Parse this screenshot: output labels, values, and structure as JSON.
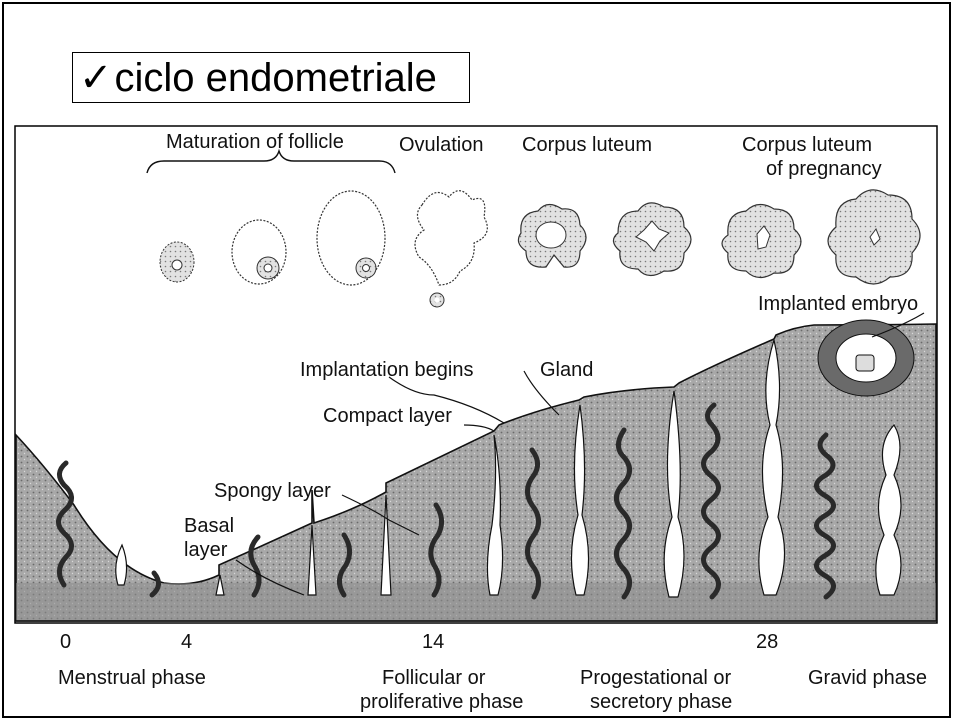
{
  "slide": {
    "title_check": "✓",
    "title": "ciclo endometriale"
  },
  "diagram": {
    "top_labels": {
      "maturation": "Maturation of follicle",
      "ovulation": "Ovulation",
      "corpus_luteum": "Corpus luteum",
      "corpus_luteum_pregnancy_1": "Corpus luteum",
      "corpus_luteum_pregnancy_2": "of pregnancy"
    },
    "annotations": {
      "implanted_embryo": "Implanted embryo",
      "implantation_begins": "Implantation begins",
      "gland": "Gland",
      "compact_layer": "Compact layer",
      "spongy_layer": "Spongy layer",
      "basal_layer_1": "Basal",
      "basal_layer_2": "layer"
    },
    "axis_ticks": [
      "0",
      "4",
      "14",
      "28"
    ],
    "phases": {
      "menstrual": "Menstrual phase",
      "follicular_1": "Follicular or",
      "follicular_2": "proliferative phase",
      "progestational_1": "Progestational or",
      "progestational_2": "secretory phase",
      "gravid": "Gravid phase"
    },
    "colors": {
      "tissue": "#9a9a9a",
      "tissue_light": "#c4c4c4",
      "ink": "#111111"
    }
  }
}
